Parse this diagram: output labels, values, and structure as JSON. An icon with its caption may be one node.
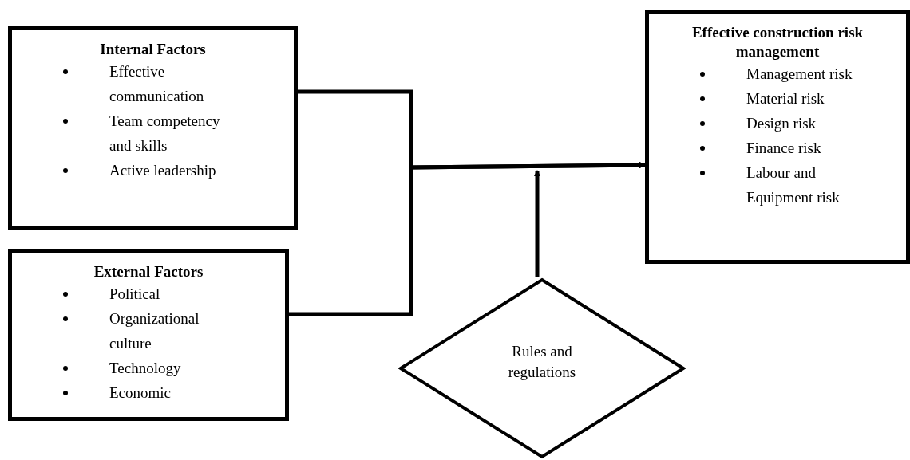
{
  "diagram": {
    "nodes": [
      {
        "text": [
          "Internal Factors",
          "Effective communication",
          "Team competency and skills",
          "Active leadership"
        ]
      },
      {
        "text": [
          "External Factors",
          "Political",
          "Organizational culture",
          "Technology",
          "Economic"
        ]
      },
      {
        "text": [
          "Effective construction risk management",
          "Management risk",
          "Material risk",
          "Design risk",
          "Finance risk",
          "Labour and Equipment risk"
        ]
      },
      {
        "text": [
          "Rules and regulations"
        ]
      }
    ],
    "edges": [
      {
        "from": 0,
        "to": 2,
        "arrow": "to"
      },
      {
        "from": 1,
        "to": 2,
        "arrow": "to"
      },
      {
        "from": 3,
        "to": null,
        "arrow": "to"
      }
    ]
  }
}
